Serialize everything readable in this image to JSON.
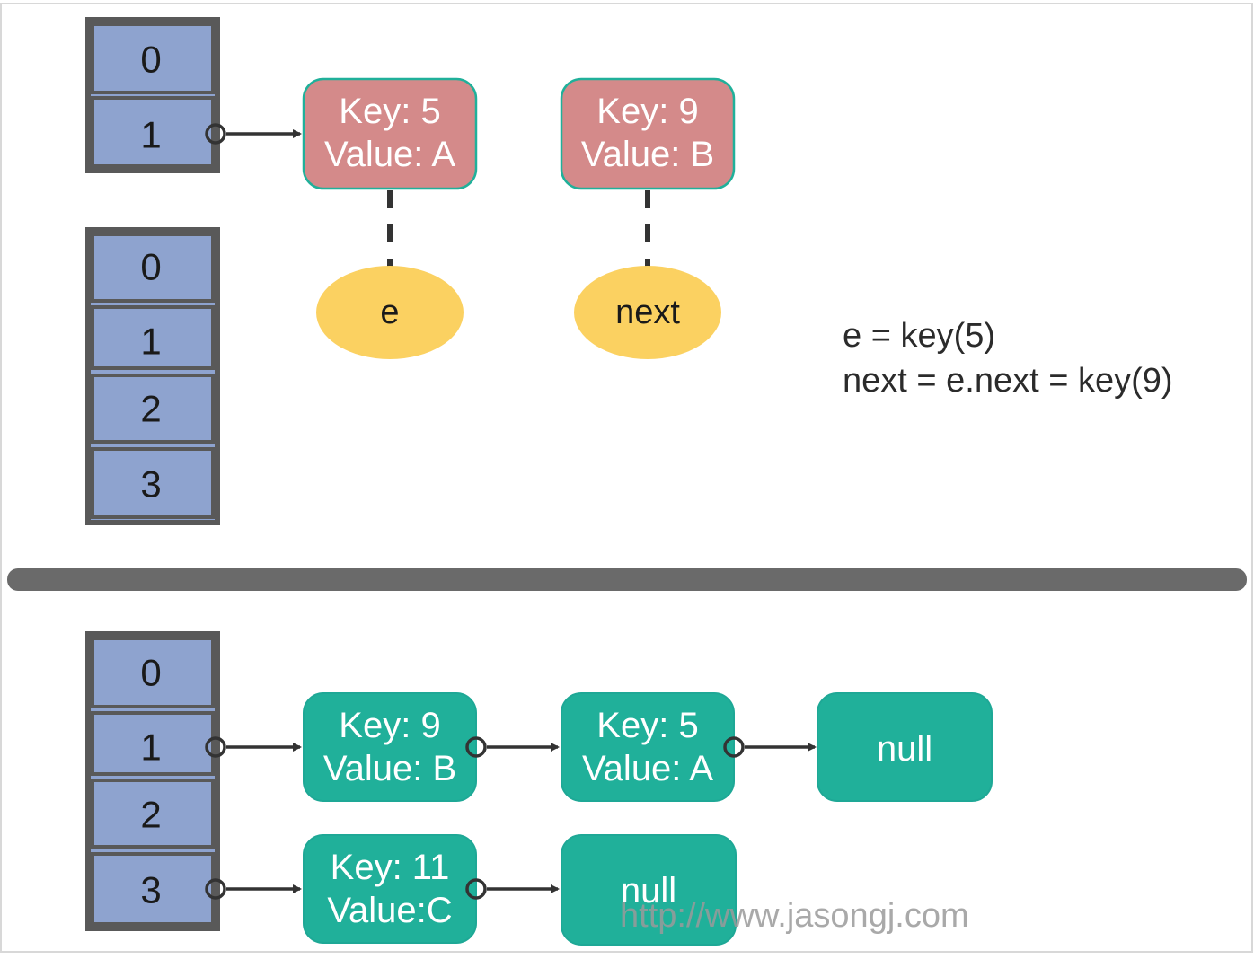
{
  "tables": {
    "top": [
      "0",
      "1"
    ],
    "middle": [
      "0",
      "1",
      "2",
      "3"
    ],
    "bottom": [
      "0",
      "1",
      "2",
      "3"
    ]
  },
  "top_nodes": {
    "node1": {
      "line1": "Key: 5",
      "line2": "Value: A"
    },
    "node2": {
      "line1": "Key: 9",
      "line2": "Value: B"
    }
  },
  "pointers": {
    "e": "e",
    "next": "next"
  },
  "notes": {
    "line1": "e = key(5)",
    "line2": "next = e.next = key(9)"
  },
  "bottom_chain1": {
    "node1": {
      "line1": "Key: 9",
      "line2": "Value: B"
    },
    "node2": {
      "line1": "Key: 5",
      "line2": "Value: A"
    },
    "terminal": "null"
  },
  "bottom_chain3": {
    "node1": {
      "line1": "Key: 11",
      "line2": "Value:C"
    },
    "terminal": "null"
  },
  "watermark": "http://www.jasongj.com",
  "colors": {
    "table_cell": "#8ea3cf",
    "node_before": "#d48a8a",
    "node_after": "#20b09a",
    "pointer_ellipse": "#fbd161"
  }
}
